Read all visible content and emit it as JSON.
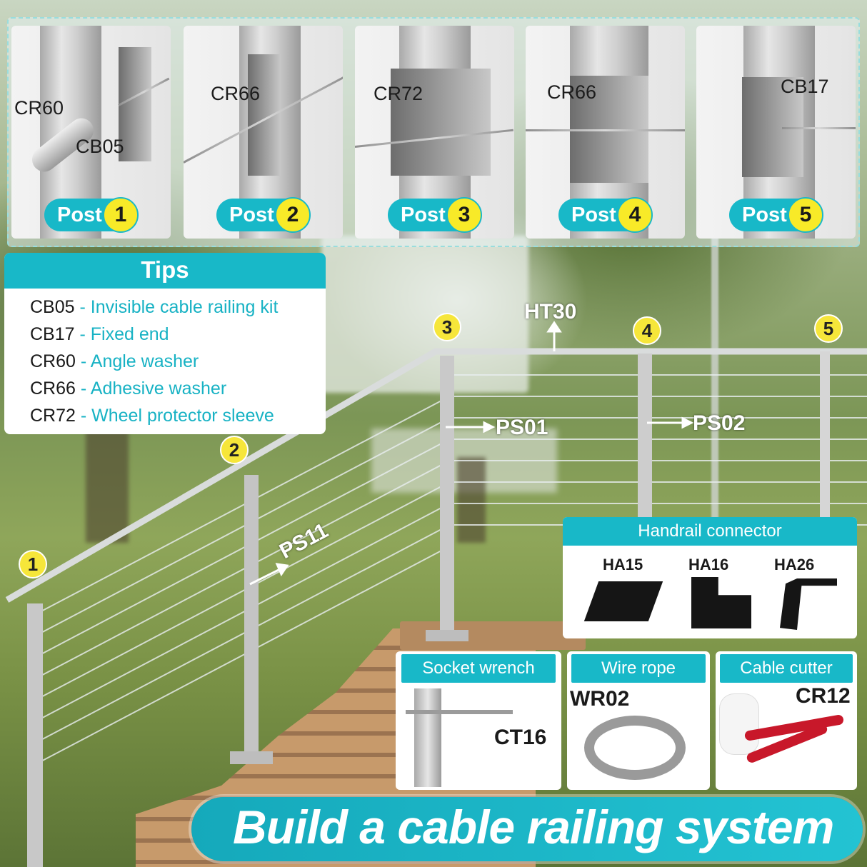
{
  "posts": [
    {
      "label": "Post",
      "number": "1",
      "codes": [
        "CR60",
        "CB05"
      ]
    },
    {
      "label": "Post",
      "number": "2",
      "codes": [
        "CR66"
      ]
    },
    {
      "label": "Post",
      "number": "3",
      "codes": [
        "CR72"
      ]
    },
    {
      "label": "Post",
      "number": "4",
      "codes": [
        "CR66"
      ]
    },
    {
      "label": "Post",
      "number": "5",
      "codes": [
        "CB17"
      ]
    }
  ],
  "tips": {
    "title": "Tips",
    "items": [
      {
        "code": "CB05",
        "desc": "- Invisible cable railing kit"
      },
      {
        "code": "CB17",
        "desc": "-  Fixed end"
      },
      {
        "code": "CR60",
        "desc": "- Angle washer"
      },
      {
        "code": "CR66",
        "desc": "- Adhesive washer"
      },
      {
        "code": "CR72",
        "desc": "- Wheel protector sleeve"
      }
    ]
  },
  "diagram": {
    "markers": [
      "1",
      "2",
      "3",
      "4",
      "5"
    ],
    "labels": {
      "handrail": "HT30",
      "ps01": "PS01",
      "ps02": "PS02",
      "ps11": "PS11"
    }
  },
  "handrail_connector": {
    "title": "Handrail connector",
    "items": [
      "HA15",
      "HA16",
      "HA26"
    ]
  },
  "tools": [
    {
      "title": "Socket wrench",
      "code": "CT16"
    },
    {
      "title": "Wire rope",
      "code": "WR02"
    },
    {
      "title": "Cable cutter",
      "code": "CR12"
    }
  ],
  "banner": "Build a cable railing system",
  "colors": {
    "accent": "#18b8c8",
    "badge": "#f8ea28"
  }
}
